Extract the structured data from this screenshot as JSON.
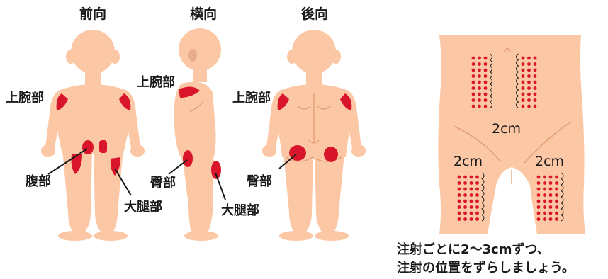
{
  "views": {
    "front": "前向",
    "side": "横向",
    "back": "後向"
  },
  "labels": {
    "front_arm": "上腕部",
    "front_abdomen": "腹部",
    "front_thigh": "大腿部",
    "side_arm": "上腕部",
    "side_buttock": "臀部",
    "side_thigh": "大腿部",
    "back_arm": "上腕部",
    "back_buttock": "臀部"
  },
  "spacing": {
    "abdomen": "2cm",
    "left_thigh": "2cm",
    "right_thigh": "2cm"
  },
  "note": {
    "line1": "注射ごとに2～3cmずつ、",
    "line2": "注射の位置をずらしましょう。"
  },
  "colors": {
    "skin": "#fcc7a5",
    "skin_line": "#e09a72",
    "site_red": "#d8152b",
    "dot_red": "#d8152b",
    "text": "#1a1a1a"
  }
}
